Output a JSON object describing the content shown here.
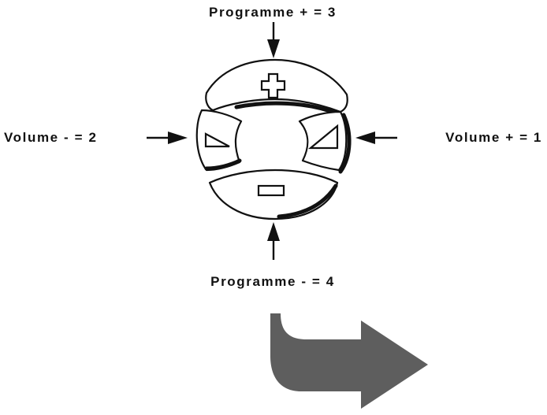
{
  "labels": {
    "programme_plus": "Programme + = 3",
    "programme_minus": "Programme - = 4",
    "volume_minus": "Volume - = 2",
    "volume_plus": "Volume + = 1"
  },
  "buttons": {
    "programme_plus_icon": "plus-icon",
    "programme_minus_icon": "minus-icon",
    "volume_minus_icon": "volume-down-triangle-icon",
    "volume_plus_icon": "volume-up-triangle-icon"
  },
  "colors": {
    "outline": "#111111",
    "big_arrow": "#5e5e5e",
    "background": "#ffffff"
  }
}
